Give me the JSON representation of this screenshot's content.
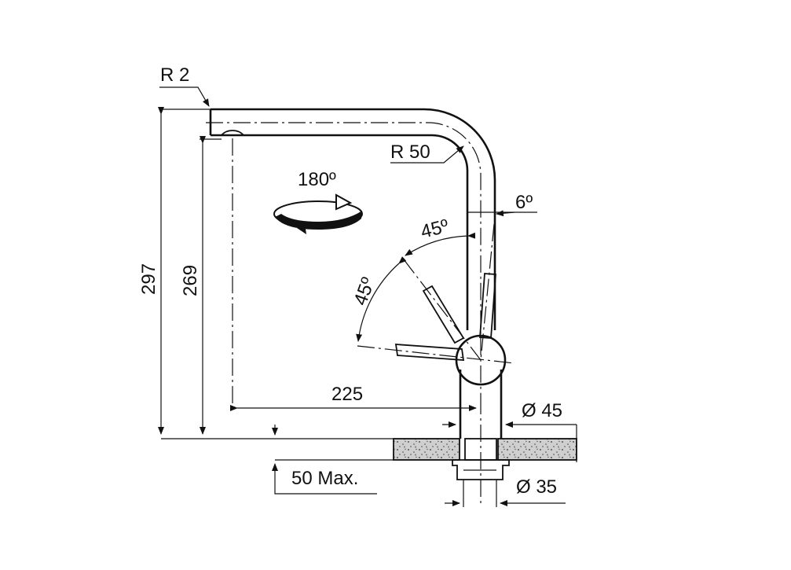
{
  "dimensions": {
    "radius_tip": "R 2",
    "radius_bend": "R 50",
    "rotation": "180º",
    "tilt_angle": "6º",
    "lever_angle_upper": "45º",
    "lever_angle_lower": "45º",
    "total_height": "297",
    "spout_height": "269",
    "reach": "225",
    "body_diameter": "Ø 45",
    "worktop_thickness": "50 Max.",
    "shank_diameter": "Ø 35"
  }
}
